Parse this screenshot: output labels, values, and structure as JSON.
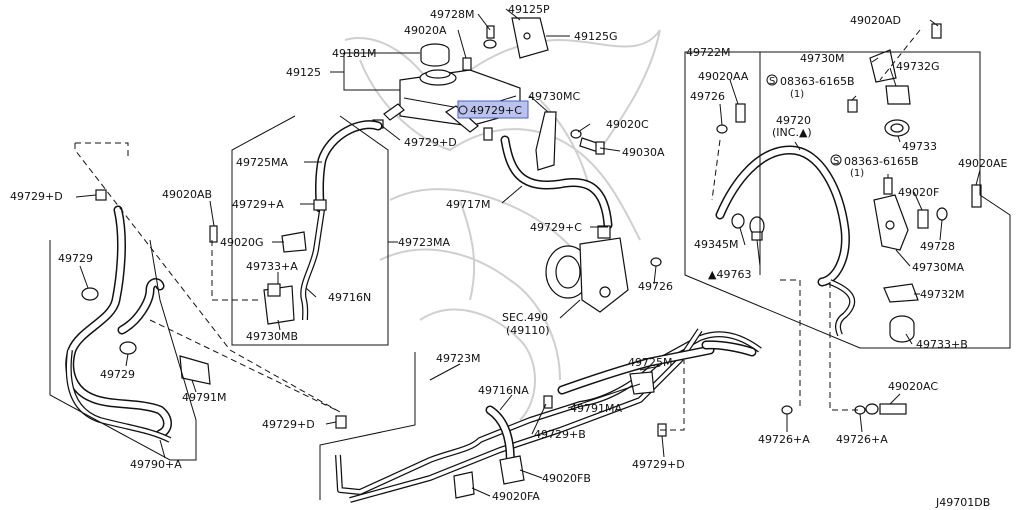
{
  "diagram_code": "J49701DB",
  "labels": {
    "p49728M": "49728M",
    "p49125P": "49125P",
    "p49020A": "49020A",
    "p49125G": "49125G",
    "p49181M": "49181M",
    "p49125": "49125",
    "p49729C_hl": "49729+C",
    "p49730MC": "49730MC",
    "p49729D_top": "49729+D",
    "p49020C": "49020C",
    "p49030A": "49030A",
    "p49725MA": "49725MA",
    "p49717M": "49717M",
    "p49729A": "49729+A",
    "p49020AB": "49020AB",
    "p49729D_left": "49729+D",
    "p49020G": "49020G",
    "p49723MA": "49723MA",
    "p49729C_mid": "49729+C",
    "p49729_a": "49729",
    "p49733A": "49733+A",
    "p49716N": "49716N",
    "p49730MB": "49730MB",
    "p49729_b": "49729",
    "p49791M": "49791M",
    "p49790A": "49790+A",
    "p49729D_bot": "49729+D",
    "p49723M": "49723M",
    "p49716NA": "49716NA",
    "p49725M": "49725M",
    "p49791MA": "49791MA",
    "p49729B": "49729+B",
    "p49729D_bot2": "49729+D",
    "p49020FB": "49020FB",
    "p49020FA": "49020FA",
    "p49726_mid": "49726",
    "sec490": "SEC.490",
    "sec490_sub": "(49110)",
    "p49020AD": "49020AD",
    "p49722M": "49722M",
    "p49730M": "49730M",
    "p49732G": "49732G",
    "p49020AA": "49020AA",
    "p49726_r": "49726",
    "bolt1": "08363-6165B",
    "bolt1_qty": "(1)",
    "p49733": "49733",
    "p49720": "49720",
    "p49720_inc": "(INC.▲)",
    "bolt2": "08363-6165B",
    "bolt2_qty": "(1)",
    "p49020AE": "49020AE",
    "p49020F": "49020F",
    "p49345M": "49345M",
    "p49728": "49728",
    "p49763": "▲49763",
    "p49730MA": "49730MA",
    "p49732M": "49732M",
    "p49733B": "49733+B",
    "p49020AC": "49020AC",
    "p49726A_1": "49726+A",
    "p49726A_2": "49726+A",
    "bolt_symbol": "S"
  },
  "colors": {
    "line": "#111111",
    "highlight_fill": "#b9c3ee",
    "highlight_stroke": "#4b5fc9",
    "watermark": "#cfcfcf"
  }
}
